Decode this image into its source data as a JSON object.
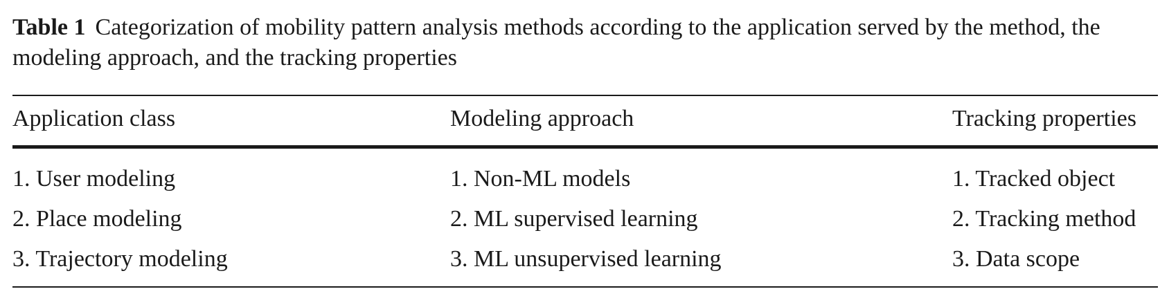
{
  "caption": {
    "label": "Table 1",
    "text": "Categorization of mobility pattern analysis methods according to the application served by the method, the modeling approach, and the tracking properties"
  },
  "table": {
    "headers": [
      "Application class",
      "Modeling approach",
      "Tracking properties"
    ],
    "rows": [
      [
        "1. User modeling",
        "1. Non-ML models",
        "1. Tracked object"
      ],
      [
        "2. Place modeling",
        "2. ML supervised learning",
        "2. Tracking method"
      ],
      [
        "3. Trajectory modeling",
        "3. ML unsupervised learning",
        "3. Data scope"
      ]
    ]
  }
}
